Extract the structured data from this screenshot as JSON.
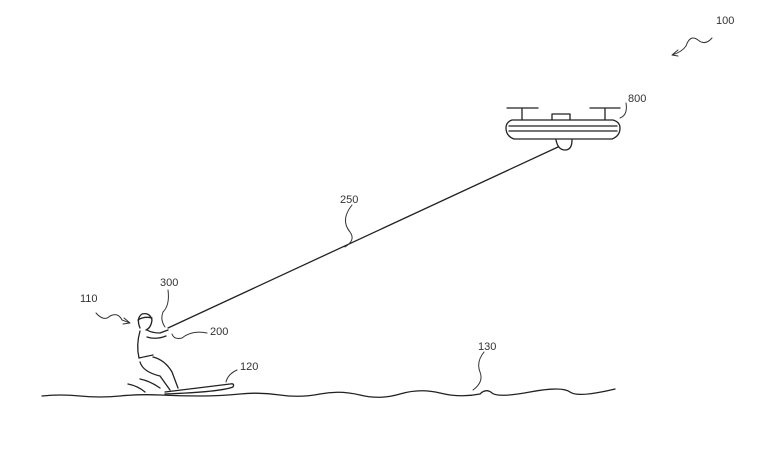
{
  "figure": {
    "labels": {
      "system": "100",
      "drone": "800",
      "tether": "250",
      "handle": "300",
      "rider": "110",
      "connector": "200",
      "board": "120",
      "water": "130"
    }
  }
}
